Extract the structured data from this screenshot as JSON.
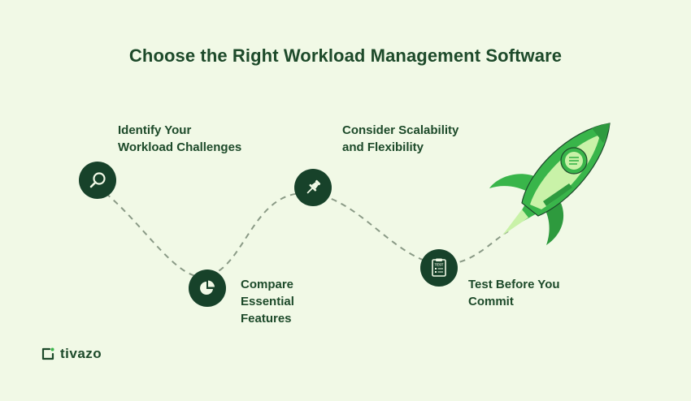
{
  "title": "Choose the Right Workload Management Software",
  "steps": [
    {
      "line1": "Identify Your",
      "line2": "Workload Challenges",
      "icon": "magnifier-icon"
    },
    {
      "line1": "Compare",
      "line2": "Essential",
      "line3": "Features",
      "icon": "pie-chart-icon"
    },
    {
      "line1": "Consider Scalability",
      "line2": "and Flexibility",
      "icon": "pushpin-icon"
    },
    {
      "line1": "Test Before You",
      "line2": "Commit",
      "icon": "test-clipboard-icon"
    }
  ],
  "clipboard_text": "TEST",
  "brand": {
    "name": "tivazo"
  },
  "colors": {
    "background": "#f1f9e6",
    "node": "#17422a",
    "text": "#1d4a2a",
    "path": "#8a9a86",
    "rocket_green": "#39b54a",
    "rocket_light": "#c9f2a8"
  }
}
